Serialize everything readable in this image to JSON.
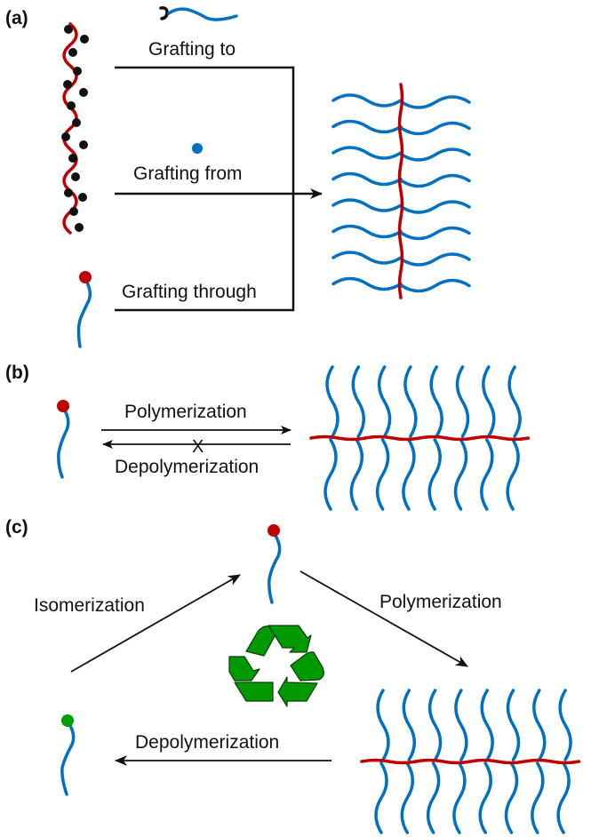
{
  "colors": {
    "backbone": "#c00000",
    "side_chain": "#0070c0",
    "initiator": "#111111",
    "macromonomer_end": "#c00000",
    "isomer_end": "#00a000",
    "recycle": "#009900",
    "arrow": "#111111"
  },
  "panel_a": {
    "label": "(a)",
    "routes": [
      {
        "name": "grafting-to",
        "label": "Grafting to"
      },
      {
        "name": "grafting-from",
        "label": "Grafting from"
      },
      {
        "name": "grafting-through",
        "label": "Grafting through"
      }
    ],
    "product": "bottlebrush polymer (vertical backbone, 8 side chains each side)"
  },
  "panel_b": {
    "label": "(b)",
    "forward_label": "Polymerization",
    "reverse_label": "Depolymerization",
    "reverse_blocked_mark": "X",
    "product": "bottlebrush polymer (horizontal backbone, 8 side chains up, 8 down)"
  },
  "panel_c": {
    "label": "(c)",
    "isomerization_label": "Isomerization",
    "polymerization_label": "Polymerization",
    "depolymerization_label": "Depolymerization",
    "center_icon": "recycle-icon"
  }
}
